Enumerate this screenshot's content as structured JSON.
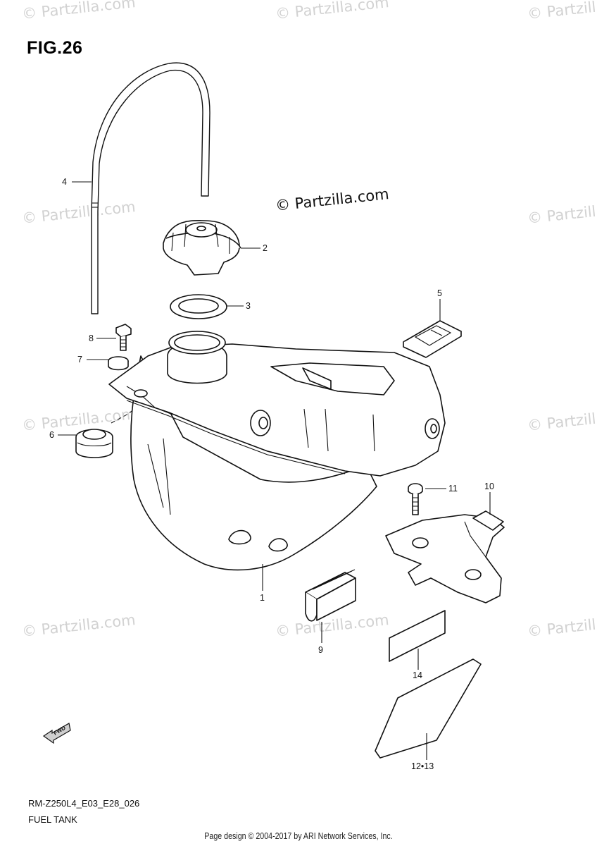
{
  "figure": {
    "title": "FIG.26",
    "model_code": "RM-Z250L4_E03_E28_026",
    "name": "FUEL TANK",
    "copyright": "© Partzilla.com",
    "watermark": "© Partzilla.com",
    "footer": "Page design © 2004-2017 by ARI Network Services, Inc.",
    "direction_label": "FWD"
  },
  "callouts": {
    "c1": "1",
    "c2": "2",
    "c3": "3",
    "c4": "4",
    "c5": "5",
    "c6": "6",
    "c7": "7",
    "c8": "8",
    "c9": "9",
    "c10": "10",
    "c11": "11",
    "c14": "14",
    "c1213": "12•13"
  }
}
